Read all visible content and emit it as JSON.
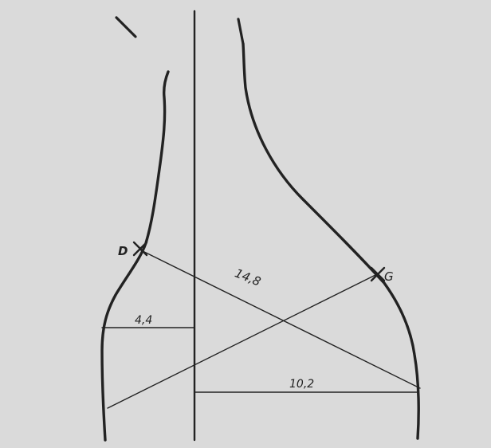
{
  "diagram": {
    "point_labels": {
      "d": "D",
      "g": "G"
    },
    "measurements": {
      "diagonal": "14,8",
      "left_width": "4,4",
      "right_width": "10,2"
    }
  }
}
